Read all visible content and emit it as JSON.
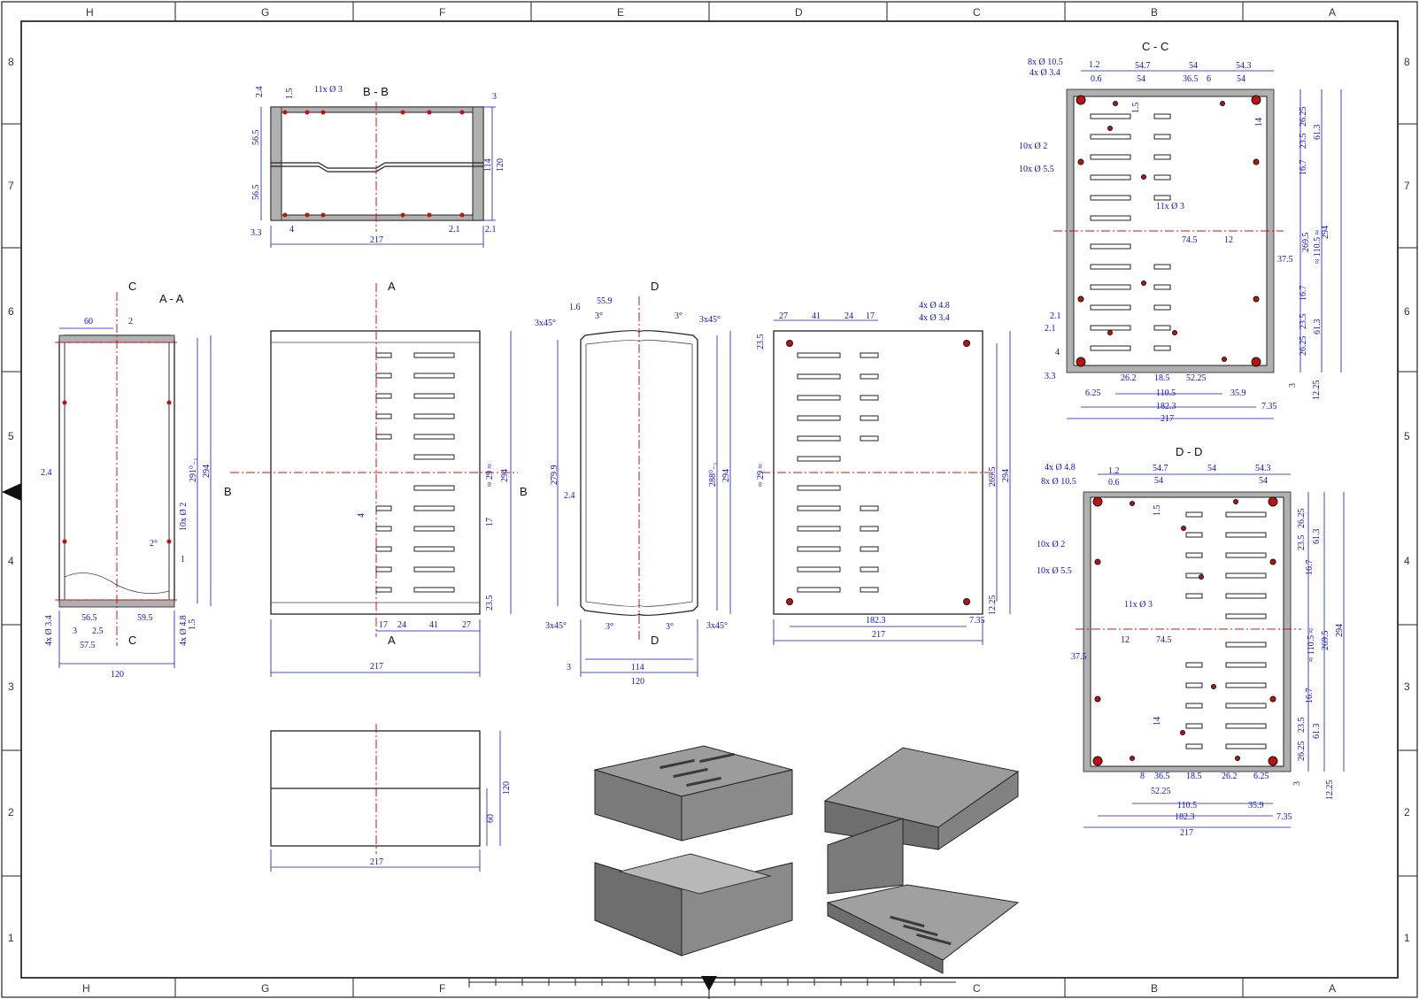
{
  "frame": {
    "top_letters": [
      "H",
      "G",
      "F",
      "E",
      "D",
      "C",
      "B",
      "A"
    ],
    "bottom_letters": [
      "H",
      "G",
      "F",
      "C",
      "B",
      "A"
    ],
    "side_numbers": [
      "8",
      "7",
      "6",
      "5",
      "4",
      "3",
      "2",
      "1"
    ]
  },
  "sections": {
    "bb": "B - B",
    "aa": "A - A",
    "cc": "C - C",
    "dd": "D - D",
    "cut_a": "A",
    "cut_b": "B",
    "cut_c": "C",
    "cut_d": "D"
  },
  "bb_dims": {
    "d2_4": "2.4",
    "d1_5": "1.5",
    "holes": "11x Ø 3",
    "d3": "3",
    "d56_5a": "56.5",
    "d56_5b": "56.5",
    "d114": "114",
    "d120": "120",
    "d3_3": "3.3",
    "d4": "4",
    "d217": "217",
    "d2_1a": "2.1",
    "d2_1b": "2.1"
  },
  "aa_dims": {
    "d60": "60",
    "d2": "2",
    "d2_4": "2.4",
    "d291": "291⁰₋₁",
    "d294": "294",
    "holes2": "10x Ø 2",
    "ang2": "2°",
    "d1": "1",
    "holes34": "4x Ø 3.4",
    "holes48": "4x Ø 4.8",
    "d3": "3",
    "d56_5": "56.5",
    "d2_5": "2.5",
    "d59_5": "59.5",
    "d57_5": "57.5",
    "d1_5": "1.5",
    "d120": "120"
  },
  "front_dims": {
    "d4": "4",
    "d17": "17",
    "d24": "24",
    "d41": "41",
    "d27": "27",
    "d23_5": "23.5",
    "d29": "≈ 29 ≈",
    "d294": "294",
    "d217": "217"
  },
  "side_dims": {
    "d3x45": "3x45°",
    "d1_6": "1.6",
    "d55_9": "55.9",
    "ang3": "3°",
    "d279_9": "279.9",
    "d2_4": "2.4",
    "d288": "288⁰₋₁",
    "d294": "294",
    "d3": "3",
    "d114": "114",
    "d120": "120"
  },
  "top_dims": {
    "d27": "27",
    "d41": "41",
    "d24": "24",
    "d17": "17",
    "d23_5": "23.5",
    "holes48": "4x Ø 4.8",
    "holes34": "4x Ø 3.4",
    "d29": "≈ 29 ≈",
    "d269_5": "269.5",
    "d294": "294",
    "d12_25": "12.25",
    "d182_3": "182.3",
    "d7_35": "7.35",
    "d217": "217"
  },
  "cc_dims": {
    "holes105": "8x Ø 10.5",
    "holes34": "4x Ø 3.4",
    "d1_2": "1.2",
    "d0_6": "0.6",
    "d54_7": "54.7",
    "d54": "54",
    "d54_3": "54.3",
    "d36_5": "36.5",
    "d6": "6",
    "d1_5": "1.5",
    "d14": "14",
    "d26_25": "26.25",
    "d23_5": "23.5",
    "d61_3": "61.3",
    "holes2": "10x Ø 2",
    "holes55": "10x Ø 5.5",
    "d16_7": "16.7",
    "holes3": "11x Ø 3",
    "d74_5": "74.5",
    "d12": "12",
    "d110_5": "≈ 110.5 ≈",
    "d269_5": "269.5",
    "d294": "294",
    "d37_5": "37.5",
    "d2_1": "2.1",
    "d4": "4",
    "d3_3": "3.3",
    "d26_2": "26.2",
    "d18_5": "18.5",
    "d52_25": "52.25",
    "d6_25": "6.25",
    "d110_5b": "110.5",
    "d35_9": "35.9",
    "d182_3": "182.3",
    "d7_35": "7.35",
    "d217": "217",
    "d3": "3",
    "d12_25": "12.25"
  },
  "dd_dims": {
    "holes48": "4x Ø 4.8",
    "holes105": "8x Ø 10.5",
    "d1_2": "1.2",
    "d0_6": "0.6",
    "d54_7": "54.7",
    "d54": "54",
    "d54_3": "54.3",
    "d1_5": "1.5",
    "d26_25": "26.25",
    "d23_5": "23.5",
    "d61_3": "61.3",
    "holes2": "10x Ø 2",
    "holes55": "10x Ø 5.5",
    "d16_7": "16.7",
    "holes3": "11x Ø 3",
    "d12": "12",
    "d74_5": "74.5",
    "d37_5": "37.5",
    "d110_5": "≈ 110.5 ≈",
    "d269_5": "269.5",
    "d294": "294",
    "d14": "14",
    "d8": "8",
    "d36_5": "36.5",
    "d18_5": "18.5",
    "d26_2": "26.2",
    "d6_25": "6.25",
    "d52_25": "52.25",
    "d110_5b": "110.5",
    "d35_9": "35.9",
    "d182_3": "182.3",
    "d7_35": "7.35",
    "d217": "217",
    "d3": "3",
    "d12_25": "12.25"
  },
  "bottom_dims": {
    "d120": "120",
    "d60": "60",
    "d217": "217"
  }
}
